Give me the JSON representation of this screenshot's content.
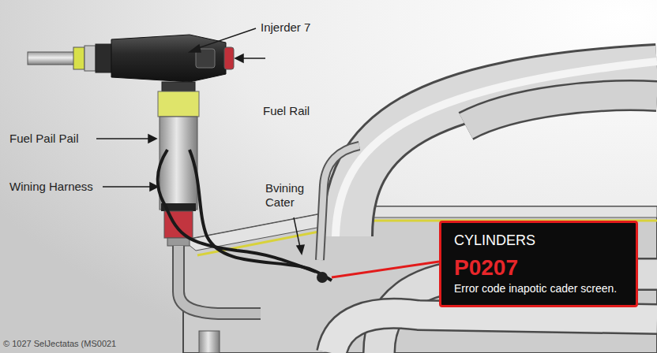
{
  "diagram": {
    "nodes": [
      {
        "text": [
          "CYLINDERS",
          "P0207",
          "Error code inapotic cader screen."
        ]
      }
    ],
    "labels": [
      "Injerder 7",
      "Fuel Rail",
      "Fuel Pail Pail",
      "Wining Harness",
      "Bvining Cater",
      "© 1027 SelJectatas (MS0021"
    ]
  }
}
